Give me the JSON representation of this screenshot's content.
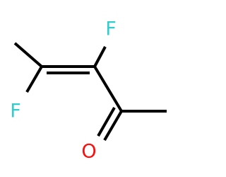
{
  "molecule": {
    "atoms": {
      "fluorine_upper": {
        "symbol": "F",
        "color": "#33cccc"
      },
      "fluorine_lower": {
        "symbol": "F",
        "color": "#33cccc"
      },
      "oxygen": {
        "symbol": "O",
        "color": "#ff0d0d"
      }
    },
    "bond_color": "#000000"
  }
}
